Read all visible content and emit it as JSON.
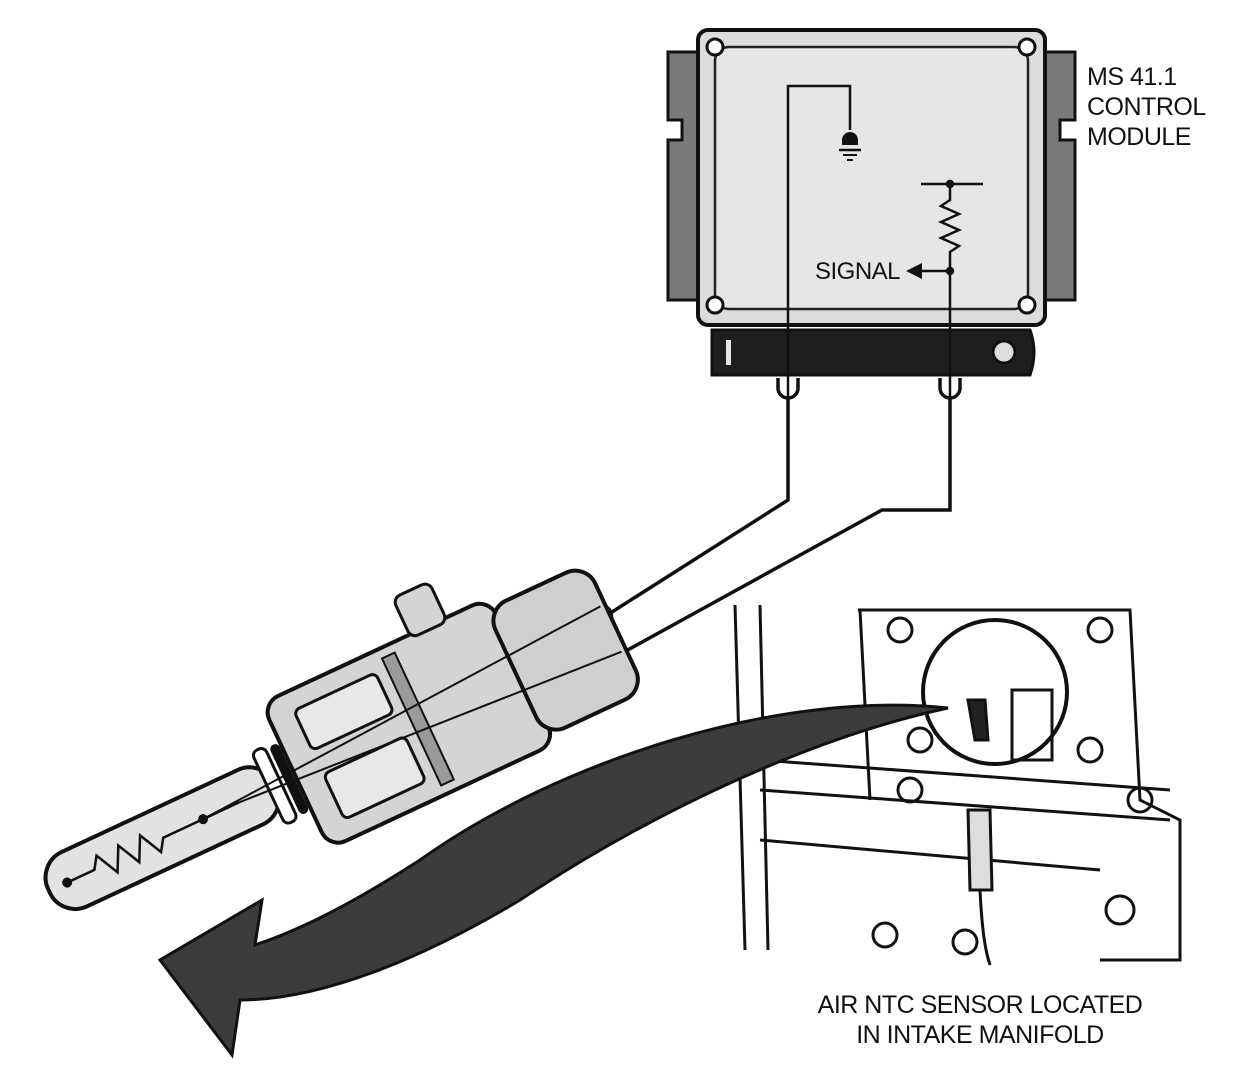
{
  "control_module": {
    "label_lines": [
      "MS 41.1",
      "CONTROL",
      "MODULE"
    ],
    "signal_label": "SIGNAL"
  },
  "sensor": {
    "caption_lines": [
      "AIR NTC SENSOR LOCATED",
      "IN INTAKE MANIFOLD"
    ]
  },
  "colors": {
    "ink": "#111111",
    "module_face": "#dcdcdc",
    "module_flange": "#7a7a7a",
    "sensor_body": "#d4d4d4",
    "arrow": "#3c3c3c"
  }
}
